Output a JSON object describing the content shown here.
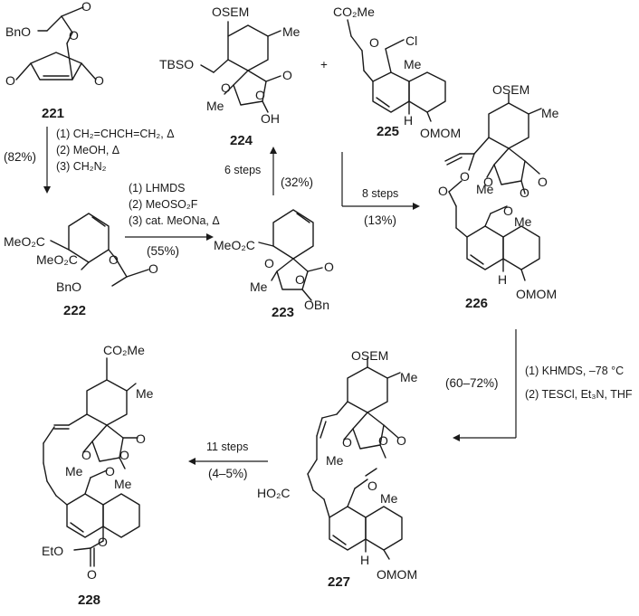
{
  "compounds": {
    "c221": {
      "label": "221",
      "groups": [
        "BnO",
        "O",
        "O",
        "O",
        "O"
      ]
    },
    "c222": {
      "label": "222",
      "groups": [
        "MeO₂C",
        "MeO₂C",
        "O",
        "O",
        "BnO"
      ]
    },
    "c223": {
      "label": "223",
      "groups": [
        "MeO₂C",
        "O",
        "Me",
        "O",
        "OBn",
        "O"
      ]
    },
    "c224": {
      "label": "224",
      "groups": [
        "OSEM",
        "Me",
        "TBSO",
        "O",
        "Me",
        "O",
        "OH",
        "O"
      ]
    },
    "c225": {
      "label": "225",
      "groups": [
        "CO₂Me",
        "O",
        "Cl",
        "Me",
        "H",
        "OMOM"
      ]
    },
    "c226": {
      "label": "226",
      "groups": [
        "OSEM",
        "Me",
        "O",
        "O",
        "O",
        "O",
        "O",
        "Me",
        "O",
        "Me",
        "H",
        "OMOM"
      ]
    },
    "c227": {
      "label": "227",
      "groups": [
        "OSEM",
        "Me",
        "O",
        "Me",
        "O",
        "O",
        "HO₂C",
        "O",
        "Me",
        "H",
        "OMOM"
      ]
    },
    "c228": {
      "label": "228",
      "groups": [
        "CO₂Me",
        "Me",
        "O",
        "Me",
        "O",
        "O",
        "O",
        "Me",
        "EtO",
        "O",
        "O"
      ]
    }
  },
  "reactions": {
    "r1": {
      "conditions": [
        "(1) CH₂=CHCH=CH₂, Δ",
        "(2) MeOH, Δ",
        "(3) CH₂N₂"
      ],
      "yield": "(82%)"
    },
    "r2": {
      "conditions": [
        "(1) LHMDS",
        "(2) MeOSO₂F",
        "(3) cat. MeONa, Δ"
      ],
      "yield": "(55%)"
    },
    "r3": {
      "conditions": [
        "6 steps"
      ],
      "yield": "(32%)"
    },
    "r4": {
      "conditions": [
        "8 steps"
      ],
      "yield": "(13%)"
    },
    "r5": {
      "conditions": [
        "(1) KHMDS, –78 °C",
        "(2) TESCl, Et₃N, THF"
      ],
      "yield": "(60–72%)"
    },
    "r6": {
      "conditions": [
        "11 steps"
      ],
      "yield": "(4–5%)"
    }
  },
  "plus": "+"
}
